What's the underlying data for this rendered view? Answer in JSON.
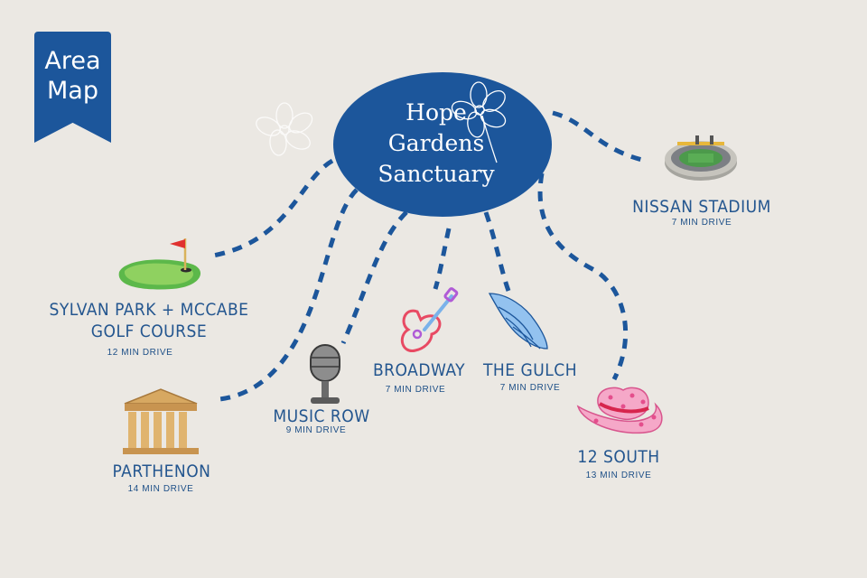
{
  "banner": {
    "line1": "Area",
    "line2": "Map",
    "color": "#1c569b"
  },
  "hub": {
    "line1": "Hope",
    "line2": "Gardens",
    "line3": "Sanctuary",
    "color": "#1c569b"
  },
  "colors": {
    "background": "#ebe8e3",
    "route": "#1c569b",
    "label": "#24568f"
  },
  "destinations": {
    "nissan": {
      "name": "NISSAN STADIUM",
      "drive": "7 MIN DRIVE",
      "icon": "stadium-icon"
    },
    "sylvan": {
      "name_line1": "SYLVAN PARK + MCCABE",
      "name_line2": "GOLF COURSE",
      "drive": "12 MIN DRIVE",
      "icon": "golf-green-icon"
    },
    "parthenon": {
      "name": "PARTHENON",
      "drive": "14 MIN DRIVE",
      "icon": "parthenon-icon"
    },
    "musicrow": {
      "name": "MUSIC ROW",
      "drive": "9 MIN DRIVE",
      "icon": "microphone-icon"
    },
    "broadway": {
      "name": "BROADWAY",
      "drive": "7 MIN DRIVE",
      "icon": "guitar-icon"
    },
    "gulch": {
      "name": "THE GULCH",
      "drive": "7 MIN DRIVE",
      "icon": "wing-icon"
    },
    "south12": {
      "name": "12 SOUTH",
      "drive": "13 MIN DRIVE",
      "icon": "cowboy-hat-icon"
    }
  }
}
